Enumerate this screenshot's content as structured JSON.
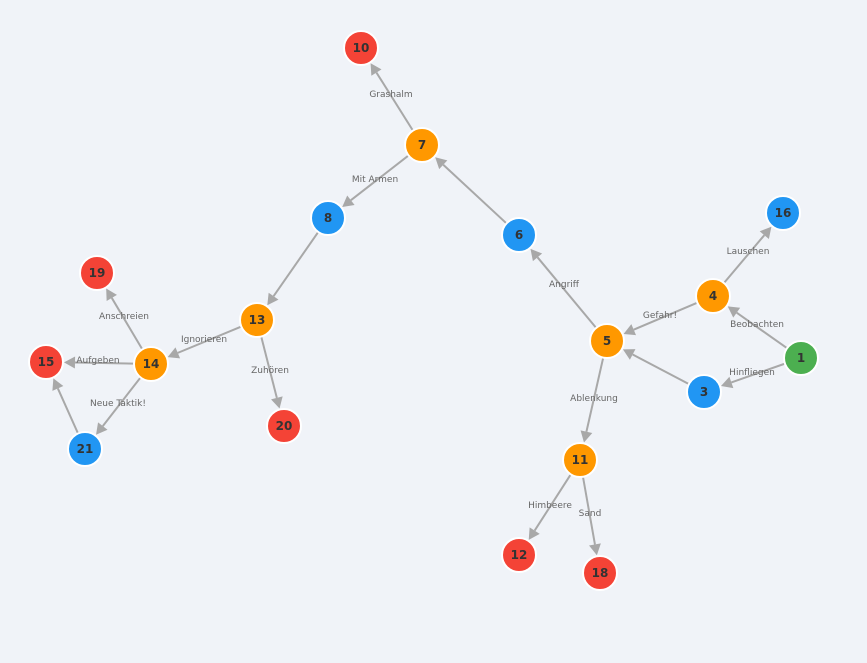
{
  "colors": {
    "start": "#4caf50",
    "choice": "#ff9800",
    "info": "#2196f3",
    "end": "#f44336",
    "edge": "#a8a8a8",
    "background": "#f0f3f8"
  },
  "nodes": [
    {
      "id": "1",
      "label": "1",
      "kind": "start"
    },
    {
      "id": "3",
      "label": "3",
      "kind": "info"
    },
    {
      "id": "4",
      "label": "4",
      "kind": "choice"
    },
    {
      "id": "5",
      "label": "5",
      "kind": "choice"
    },
    {
      "id": "6",
      "label": "6",
      "kind": "info"
    },
    {
      "id": "7",
      "label": "7",
      "kind": "choice"
    },
    {
      "id": "8",
      "label": "8",
      "kind": "info"
    },
    {
      "id": "10",
      "label": "10",
      "kind": "end"
    },
    {
      "id": "11",
      "label": "11",
      "kind": "choice"
    },
    {
      "id": "12",
      "label": "12",
      "kind": "end"
    },
    {
      "id": "13",
      "label": "13",
      "kind": "choice"
    },
    {
      "id": "14",
      "label": "14",
      "kind": "choice"
    },
    {
      "id": "15",
      "label": "15",
      "kind": "end"
    },
    {
      "id": "16",
      "label": "16",
      "kind": "info"
    },
    {
      "id": "18",
      "label": "18",
      "kind": "end"
    },
    {
      "id": "19",
      "label": "19",
      "kind": "end"
    },
    {
      "id": "20",
      "label": "20",
      "kind": "end"
    },
    {
      "id": "21",
      "label": "21",
      "kind": "info"
    }
  ],
  "edges": [
    {
      "from": "1",
      "to": "4",
      "label": "Beobachten"
    },
    {
      "from": "1",
      "to": "3",
      "label": "Hinfliegen"
    },
    {
      "from": "4",
      "to": "16",
      "label": "Lauschen"
    },
    {
      "from": "4",
      "to": "5",
      "label": "Gefahr!"
    },
    {
      "from": "3",
      "to": "5",
      "label": ""
    },
    {
      "from": "5",
      "to": "6",
      "label": "Angriff"
    },
    {
      "from": "5",
      "to": "11",
      "label": "Ablenkung"
    },
    {
      "from": "6",
      "to": "7",
      "label": ""
    },
    {
      "from": "7",
      "to": "10",
      "label": "Grashalm"
    },
    {
      "from": "7",
      "to": "8",
      "label": "Mit Armen"
    },
    {
      "from": "8",
      "to": "13",
      "label": ""
    },
    {
      "from": "13",
      "to": "14",
      "label": "Ignorieren"
    },
    {
      "from": "13",
      "to": "20",
      "label": "Zuhören"
    },
    {
      "from": "14",
      "to": "19",
      "label": "Anschreien"
    },
    {
      "from": "14",
      "to": "15",
      "label": "Aufgeben"
    },
    {
      "from": "14",
      "to": "21",
      "label": "Neue Taktik!"
    },
    {
      "from": "21",
      "to": "15",
      "label": ""
    },
    {
      "from": "11",
      "to": "12",
      "label": "Himbeere"
    },
    {
      "from": "11",
      "to": "18",
      "label": "Sand"
    }
  ]
}
